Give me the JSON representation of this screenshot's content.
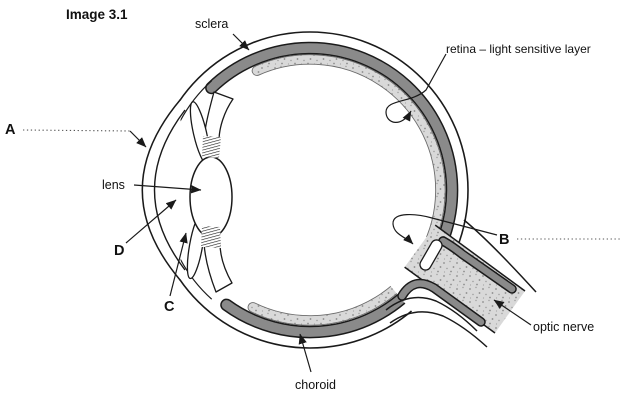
{
  "figure": {
    "title": "Image 3.1",
    "labels": {
      "sclera": "sclera",
      "retina": "retina – light sensitive layer",
      "lens": "lens",
      "choroid": "choroid",
      "optic_nerve": "optic nerve"
    },
    "letter_markers": {
      "a": "A",
      "b": "B",
      "c": "C",
      "d": "D"
    },
    "colors": {
      "outline": "#1a1a1a",
      "choroid": "#8a8a8a",
      "retina_base": "#d9d9d9",
      "stipple_dot": "#8c8c8c",
      "background": "#ffffff"
    }
  }
}
